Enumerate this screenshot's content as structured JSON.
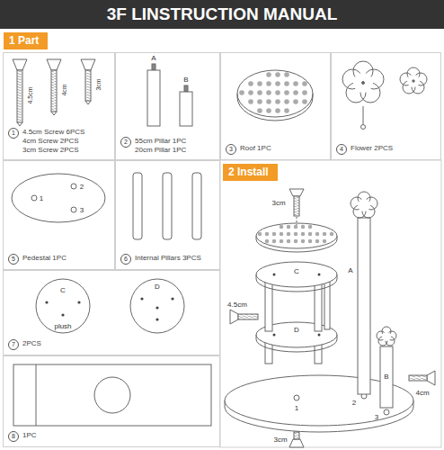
{
  "diagram": {
    "title": "3F LINSTRUCTION MANUAL",
    "nodes": [
      {
        "text": [
          "1",
          "4.5cm Screw 6PCS",
          "4cm Screw 2PCS",
          "3cm Screw 2PCS"
        ]
      },
      {
        "text": [
          "2",
          "55cm Pillar 1PC",
          "20cm Pillar 1PC"
        ]
      },
      {
        "text": [
          "3",
          "Roof 1PC"
        ]
      },
      {
        "text": [
          "4",
          "Flower 2PCS"
        ]
      },
      {
        "text": [
          "5",
          "Pedestal 1PC"
        ]
      },
      {
        "text": [
          "6",
          "Internal Pillars 3PCS"
        ]
      },
      {
        "text": [
          "7",
          "2PCS"
        ]
      },
      {
        "text": [
          "8",
          "1PC"
        ]
      }
    ],
    "labels": [
      "1 Part",
      "2 Install",
      "4.5cm",
      "4cm",
      "3cm",
      "A",
      "B",
      "1",
      "2",
      "3",
      "C",
      "D",
      "plush",
      "3cm",
      "C",
      "A",
      "4.5cm",
      "D",
      "2",
      "B",
      "4cm",
      "1",
      "3",
      "3cm"
    ]
  }
}
